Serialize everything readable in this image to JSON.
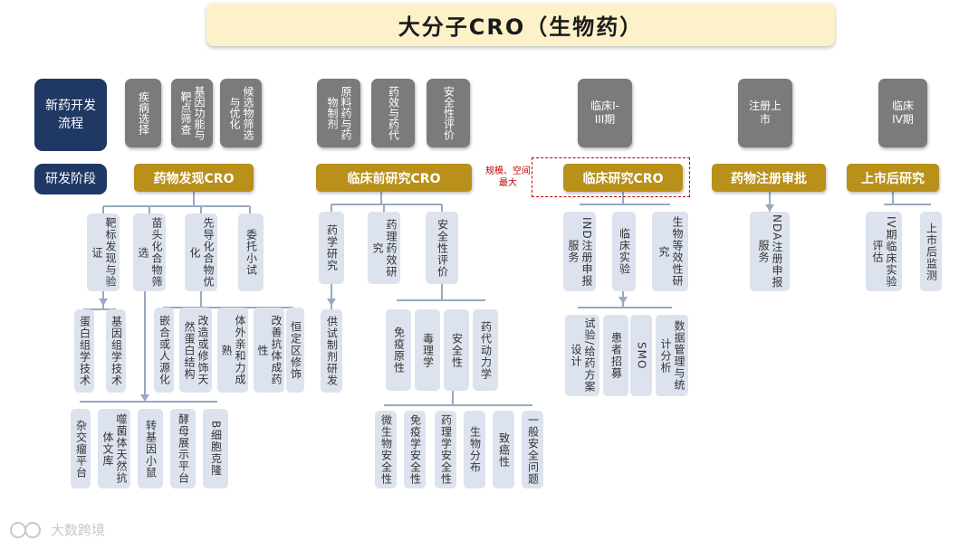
{
  "title": "大分子CRO（生物药）",
  "left_labels": {
    "process": "新药开发流程",
    "stage": "研发阶段"
  },
  "grey_steps": [
    "疾病选择",
    "基因功能与靶点筛查",
    "候选物筛选与优化",
    "原料药与药物制剂",
    "药效与药代",
    "安全性评价",
    "临床I-III期",
    "注册上市",
    "临床IV期"
  ],
  "categories": [
    "药物发现CRO",
    "临床前研究CRO",
    "临床研究CRO",
    "药物注册审批",
    "上市后研究"
  ],
  "note": "规模、空间最大",
  "discovery": {
    "level1": [
      "靶标发现与验证",
      "苗头化合物筛选",
      "先导化合物优化",
      "委托小试"
    ],
    "level2": [
      "蛋白组学技术",
      "基因组学技术",
      "嵌合或人源化",
      "改造或修饰天然蛋白结构",
      "体外亲和力成熟",
      "改善抗体成药性",
      "恒定区修饰"
    ],
    "level3": [
      "杂交瘤平台",
      "噬菌体天然抗体文库",
      "转基因小鼠",
      "酵母展示平台",
      "B细胞克隆"
    ]
  },
  "preclinical": {
    "level1": [
      "药学研究",
      "药理药效研究",
      "安全性评价"
    ],
    "level2_left": "供试制剂研发",
    "level2": [
      "免疫原性",
      "毒理学",
      "安全性",
      "药代动力学"
    ],
    "level3": [
      "微生物安全性",
      "免疫学安全性",
      "药理学安全性",
      "生物分布",
      "致癌性",
      "一般安全问题"
    ]
  },
  "clinical": {
    "level1": [
      "IND注册申报服务",
      "临床实验",
      "生物等效性研究"
    ],
    "level2": [
      "试验/给药方案设计",
      "患者招募",
      "SMO",
      "数据管理与统计分析"
    ]
  },
  "registration": {
    "level1": "NDA注册申报服务"
  },
  "postmarket": {
    "level1": [
      "IV期临床实验评估",
      "上市后监测"
    ]
  },
  "watermark": "大数跨境"
}
